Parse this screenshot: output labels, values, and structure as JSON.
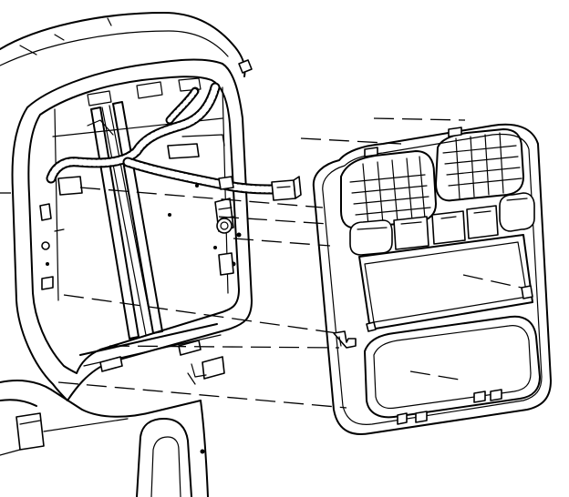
{
  "diagram": {
    "kind": "exploded-line-drawing",
    "components": [
      "instrument-panel-opening",
      "wiring-harness",
      "wiring-connector",
      "center-trim-bezel",
      "left-air-outlet",
      "right-air-outlet",
      "radio-opening",
      "lower-storage-pocket"
    ],
    "colors": {
      "line": "#000000",
      "background": "#ffffff",
      "shade": "#e8e8e8"
    }
  }
}
